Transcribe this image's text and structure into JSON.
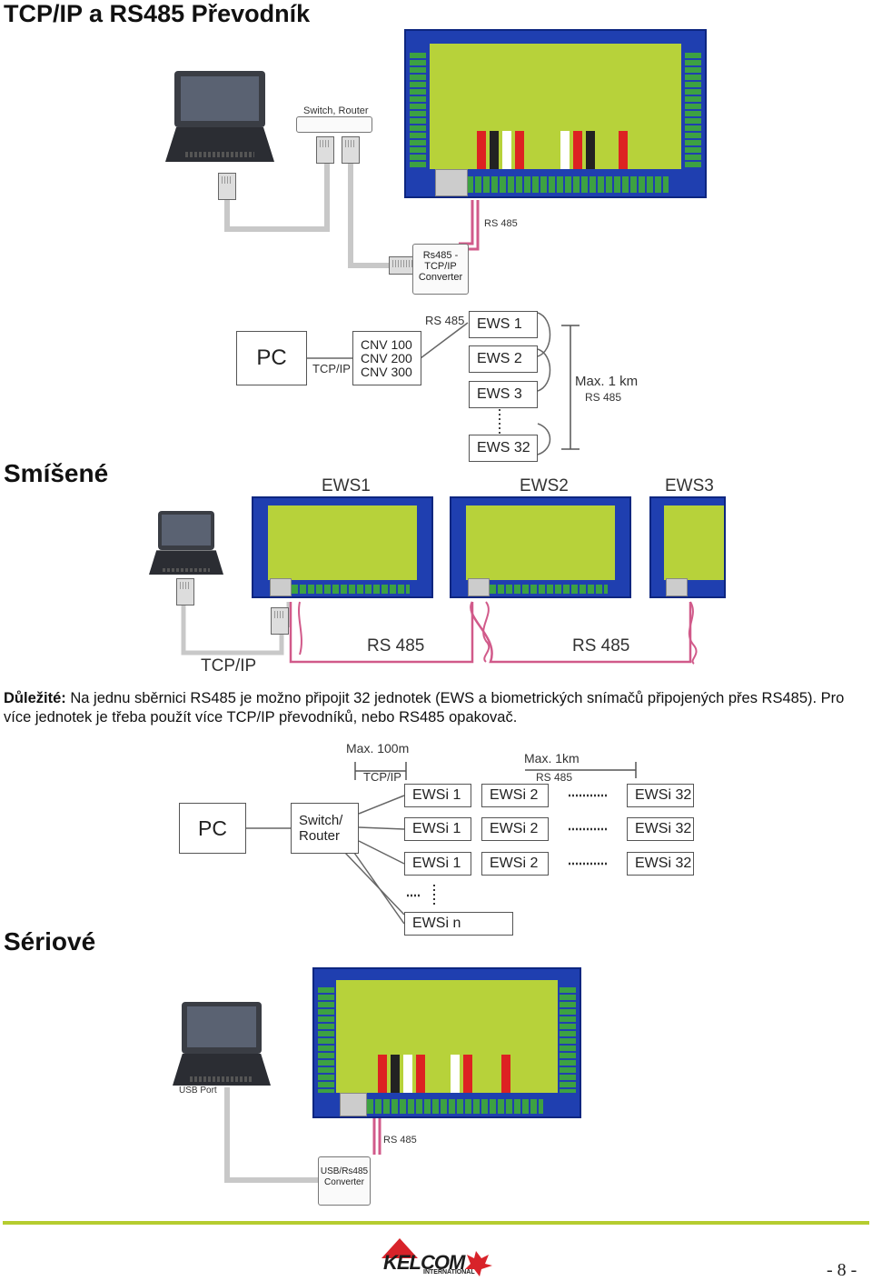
{
  "title": "TCP/IP a RS485 Převodník",
  "section_mixed": "Smíšené",
  "section_serial": "Sériové",
  "top": {
    "switch_label": "Switch, Router",
    "rs485_label": "RS 485",
    "converter_label": "Rs485 - TCP/IP Converter"
  },
  "schema1": {
    "pc": "PC",
    "tcpip": "TCP/IP",
    "cnv": [
      "CNV 100",
      "CNV 200",
      "CNV 300"
    ],
    "rs485": "RS 485",
    "ews": [
      "EWS 1",
      "EWS 2",
      "EWS 3",
      "EWS 32"
    ],
    "max": "Max. 1 km",
    "max_sub": "RS 485"
  },
  "mixed": {
    "boards": [
      "EWS1",
      "EWS2",
      "EWS3"
    ],
    "tcpip": "TCP/IP",
    "rs485_a": "RS 485",
    "rs485_b": "RS 485"
  },
  "note": {
    "bold": "Důležité:",
    "text": " Na jednu sběrnici RS485 je možno připojit 32 jednotek (EWS a biometrických snímačů připojených přes RS485). Pro více jednotek je třeba použít více TCP/IP převodníků, nebo  RS485 opakovač."
  },
  "schema2": {
    "max100": "Max. 100m",
    "tcpip": "TCP/IP",
    "max1km": "Max. 1km",
    "rs485": "RS 485",
    "pc": "PC",
    "switch": "Switch/ Router",
    "rows": [
      [
        "EWSi 1",
        "EWSi 2",
        "EWSi 32"
      ],
      [
        "EWSi 1",
        "EWSi 2",
        "EWSi 32"
      ],
      [
        "EWSi 1",
        "EWSi 2",
        "EWSi 32"
      ]
    ],
    "last": "EWSi n"
  },
  "serial": {
    "usb_port": "USB Port",
    "rs485": "RS 485",
    "converter": "USB/Rs485 Converter"
  },
  "footer": {
    "logo": "KELCOM",
    "logo_sub": "INTERNATIONAL",
    "page": "- 8 -",
    "accent": "#b5cc2f",
    "logo_red": "#d8232a"
  }
}
